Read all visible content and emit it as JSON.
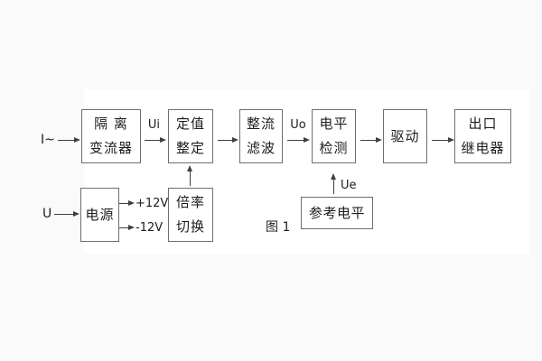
{
  "figure": {
    "caption": "图 1"
  },
  "colors": {
    "line": "#3f3f3f",
    "box_border": "#6e6e6e",
    "text": "#1c1c1c",
    "page_background": "#ffffff"
  },
  "diagram": {
    "blocks": [
      {
        "id": "isolation-transformer",
        "line1": "隔 离",
        "line2": "变流器"
      },
      {
        "id": "setpoint-setting",
        "line1": "定值",
        "line2": "整定"
      },
      {
        "id": "rectifier-filter",
        "line1": "整流",
        "line2": "滤波"
      },
      {
        "id": "level-detection",
        "line1": "电平",
        "line2": "检测"
      },
      {
        "id": "driver",
        "line1": "驱动"
      },
      {
        "id": "output-relay",
        "line1": "出口",
        "line2": "继电器"
      },
      {
        "id": "power-supply",
        "line1": "电源"
      },
      {
        "id": "ratio-switching",
        "line1": "倍率",
        "line2": "切换"
      },
      {
        "id": "reference-level",
        "line1": "参考电平"
      }
    ],
    "signals": {
      "input_current": "I~",
      "ui": "Ui",
      "uo": "Uo",
      "ue": "Ue",
      "input_voltage": "U",
      "plus_rail": "+12V",
      "minus_rail": "-12V"
    }
  }
}
